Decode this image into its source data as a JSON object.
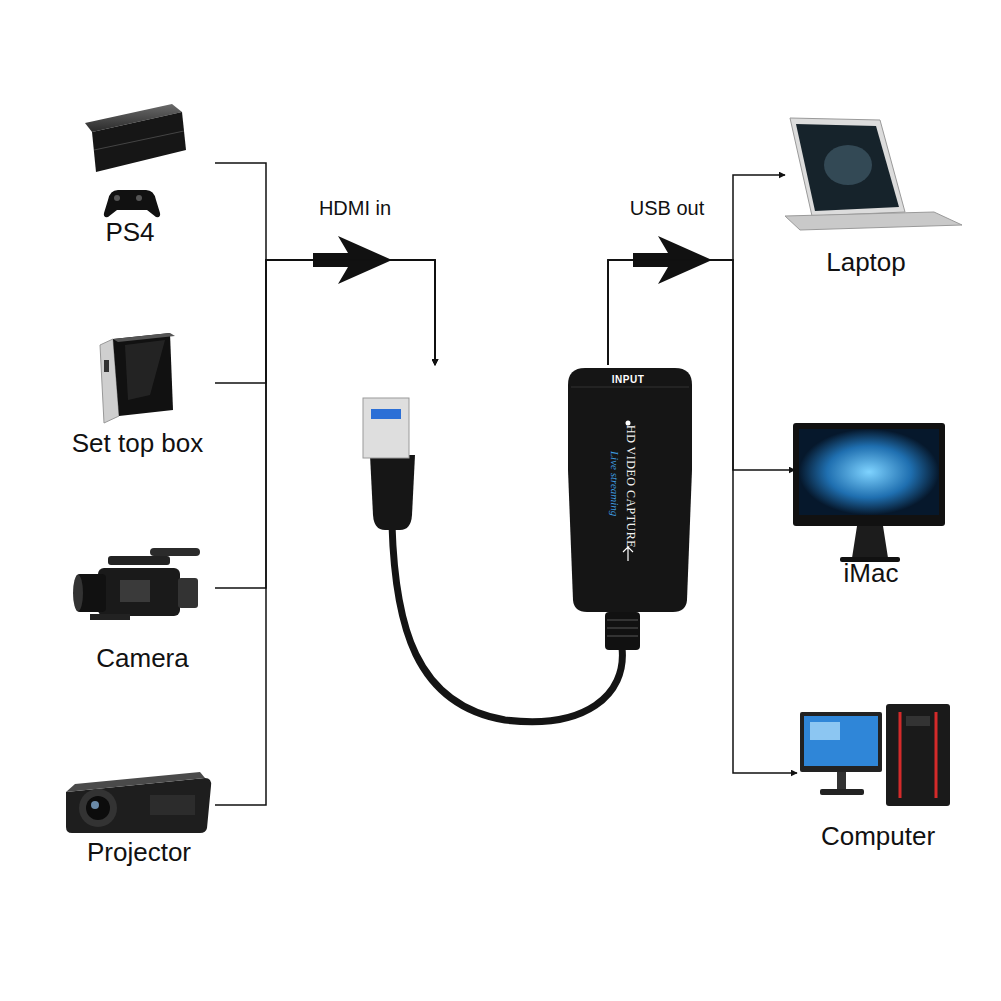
{
  "diagram": {
    "nodes": [
      {
        "text": [
          "PS4"
        ]
      },
      {
        "text": [
          "Set top box"
        ]
      },
      {
        "text": [
          "Camera"
        ]
      },
      {
        "text": [
          "Projector"
        ]
      },
      {
        "text": [
          "INPUT",
          "HD VIDEO CAPTURE",
          "Live streaming"
        ]
      },
      {
        "text": [
          "Laptop"
        ]
      },
      {
        "text": [
          "iMac"
        ]
      },
      {
        "text": [
          "Computer"
        ]
      }
    ],
    "edges": [
      {
        "from": 0,
        "to": 4,
        "arrow": "to"
      },
      {
        "from": 1,
        "to": 4,
        "arrow": "to"
      },
      {
        "from": 2,
        "to": 4,
        "arrow": "to"
      },
      {
        "from": 3,
        "to": 4,
        "arrow": "to"
      },
      {
        "from": 4,
        "to": 5,
        "arrow": "to"
      },
      {
        "from": 4,
        "to": 6,
        "arrow": "to"
      },
      {
        "from": 4,
        "to": 7,
        "arrow": "to"
      }
    ],
    "labels": [
      "HDMI in",
      "USB out"
    ]
  }
}
